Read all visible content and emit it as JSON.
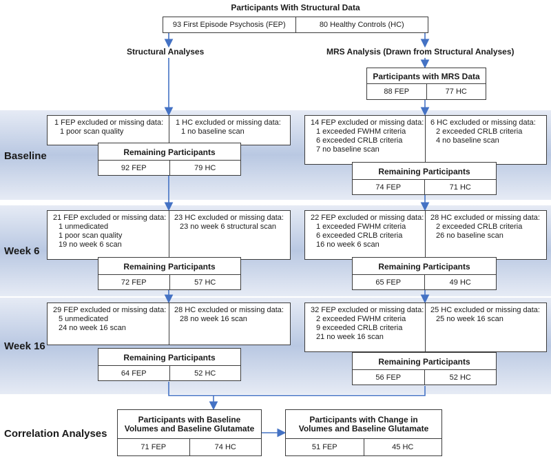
{
  "top": {
    "title": "Participants With Structural Data",
    "fep": "93 First Episode Psychosis (FEP)",
    "hc": "80 Healthy Controls (HC)"
  },
  "columns": {
    "structural": "Structural Analyses",
    "mrs": "MRS Analysis (Drawn from Structural Analyses)"
  },
  "mrs_data": {
    "title": "Participants with MRS Data",
    "fep": "88 FEP",
    "hc": "77 HC"
  },
  "remaining_title": "Remaining Participants",
  "stages": {
    "baseline": {
      "label": "Baseline",
      "structural": {
        "fep": [
          "1 FEP excluded or missing data:",
          "1 poor scan quality"
        ],
        "hc": [
          "1 HC excluded or missing data:",
          "1 no baseline scan"
        ],
        "remaining_fep": "92 FEP",
        "remaining_hc": "79 HC"
      },
      "mrs": {
        "fep": [
          "14 FEP excluded or missing data:",
          "1 exceeded FWHM criteria",
          "6 exceeded CRLB criteria",
          "7 no baseline scan"
        ],
        "hc": [
          "6 HC excluded or missing data:",
          "2 exceeded CRLB criteria",
          "4 no baseline scan"
        ],
        "remaining_fep": "74 FEP",
        "remaining_hc": "71 HC"
      }
    },
    "week6": {
      "label": "Week 6",
      "structural": {
        "fep": [
          "21 FEP excluded or missing data:",
          "1 unmedicated",
          "1 poor scan quality",
          "19 no week 6 scan"
        ],
        "hc": [
          "23 HC excluded or missing data:",
          "23 no week 6 structural scan"
        ],
        "remaining_fep": "72 FEP",
        "remaining_hc": "57 HC"
      },
      "mrs": {
        "fep": [
          "22 FEP excluded or missing data:",
          "1 exceeded FWHM criteria",
          "6 exceeded CRLB criteria",
          "16 no week 6 scan"
        ],
        "hc": [
          "28 HC excluded or missing data:",
          "2 exceeded CRLB criteria",
          "26 no baseline scan"
        ],
        "remaining_fep": "65 FEP",
        "remaining_hc": "49 HC"
      }
    },
    "week16": {
      "label": "Week 16",
      "structural": {
        "fep": [
          "29 FEP excluded or missing data:",
          "5 unmedicated",
          "24 no week 16 scan"
        ],
        "hc": [
          "28 HC excluded or missing data:",
          "28 no week 16 scan"
        ],
        "remaining_fep": "64 FEP",
        "remaining_hc": "52 HC"
      },
      "mrs": {
        "fep": [
          "32 FEP excluded or missing data:",
          "2 exceeded FWHM criteria",
          "9 exceeded CRLB criteria",
          "21 no week 16 scan"
        ],
        "hc": [
          "25 HC excluded or missing data:",
          "25 no week 16 scan"
        ],
        "remaining_fep": "56 FEP",
        "remaining_hc": "52 HC"
      }
    }
  },
  "correlation": {
    "label": "Correlation Analyses",
    "baseline": {
      "title_line1": "Participants with Baseline",
      "title_line2": "Volumes and Baseline Glutamate",
      "fep": "71 FEP",
      "hc": "74 HC"
    },
    "change": {
      "title_line1": "Participants with Change in",
      "title_line2": "Volumes and Baseline Glutamate",
      "fep": "51 FEP",
      "hc": "45 HC"
    }
  },
  "colors": {
    "arrow": "#4472c4",
    "band_mid": "#b9c8e2",
    "band_edge": "#e6ebf5",
    "border": "#3a3a3a"
  }
}
